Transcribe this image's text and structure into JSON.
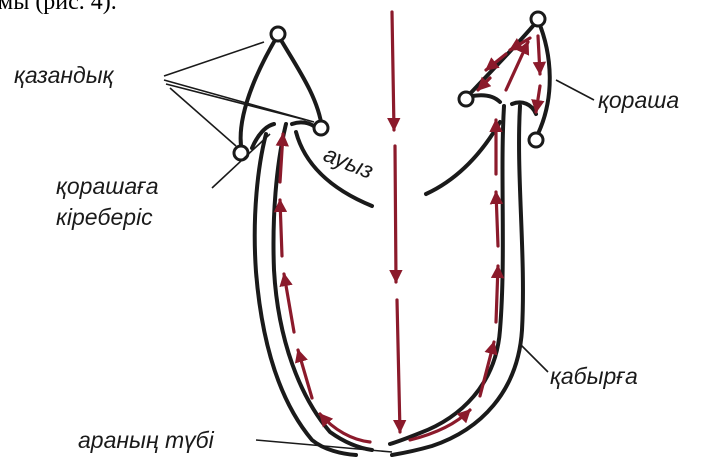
{
  "header_fragment": "мы (рис. 4).",
  "labels": {
    "kazandyk": "қазандық",
    "auyz": "ауыз",
    "korashaga_line1": "қорашаға",
    "korashaga_line2": "кіреберіс",
    "korasha": "қораша",
    "kabyrga": "қабырға",
    "aranyn_tybi": "араның түбі"
  },
  "colors": {
    "flow_arrows": "#8b1a2b",
    "outline": "#1a1a1a",
    "background": "#ffffff"
  }
}
